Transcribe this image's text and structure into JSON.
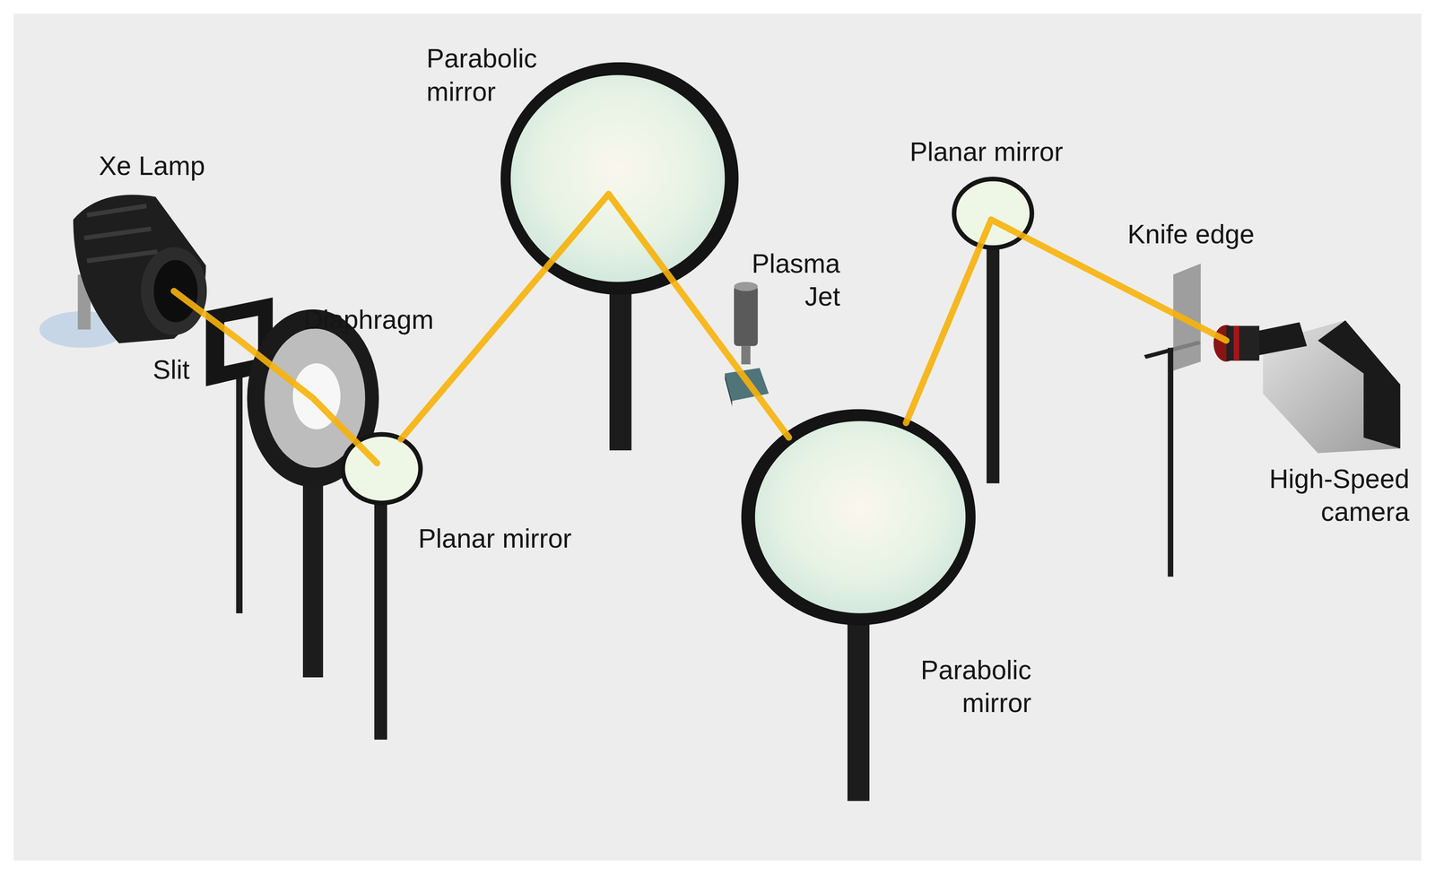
{
  "diagram": {
    "labels": [
      "Parabolic mirror",
      "Xe Lamp",
      "Planar mirror",
      "Knife edge",
      "Plasma Jet",
      "Diaphragm",
      "Slit",
      "Planar mirror",
      "High-Speed camera",
      "Parabolic mirror"
    ]
  }
}
